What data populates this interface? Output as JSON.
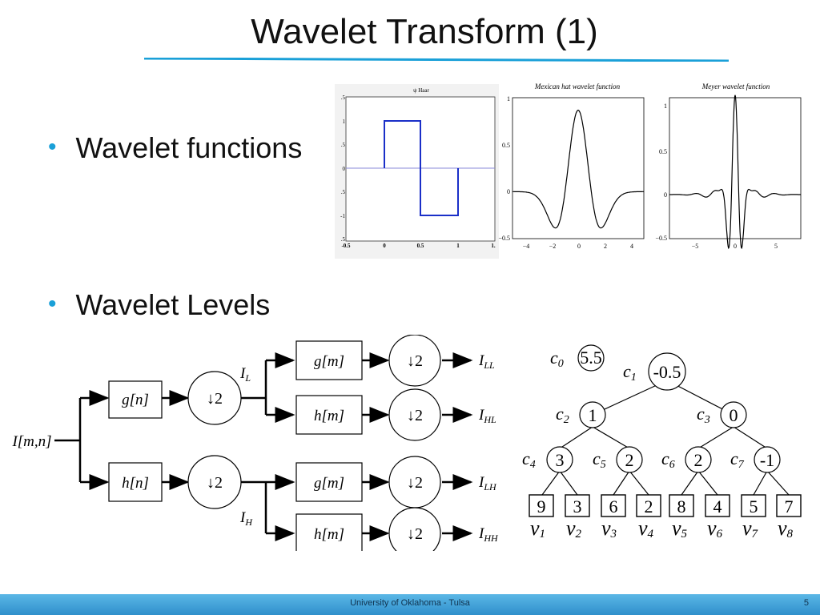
{
  "slide": {
    "title": "Wavelet Transform (1)",
    "bullets": [
      "Wavelet functions",
      "Wavelet Levels"
    ]
  },
  "haar_plot": {
    "title": "ψ Haar",
    "y_ticks": [
      ".5",
      "1",
      ".5",
      "0",
      ".5",
      "-1",
      ".5"
    ],
    "x_ticks": [
      "-0.5",
      "0",
      "0.5",
      "1",
      "1."
    ],
    "line_color": "#1a2fc8"
  },
  "mexican_plot": {
    "title": "Mexican hat wavelet function",
    "y_ticks": [
      "1",
      "0.5",
      "0",
      "−0.5"
    ],
    "x_ticks": [
      "−4",
      "−2",
      "0",
      "2",
      "4"
    ]
  },
  "meyer_plot": {
    "title": "Meyer wavelet function",
    "y_ticks": [
      "1",
      "0.5",
      "0",
      "−0.5"
    ],
    "x_ticks": [
      "−5",
      "0",
      "5"
    ]
  },
  "filter_bank": {
    "input": "I[m,n]",
    "stage1": [
      "g[n]",
      "h[n]"
    ],
    "downsample": "↓2",
    "intermediate": [
      "I",
      "L",
      "I",
      "H"
    ],
    "stage2": [
      "g[m]",
      "h[m]",
      "g[m]",
      "h[m]"
    ],
    "outputs": [
      {
        "base": "I",
        "sub": "LL"
      },
      {
        "base": "I",
        "sub": "HL"
      },
      {
        "base": "I",
        "sub": "LH"
      },
      {
        "base": "I",
        "sub": "HH"
      }
    ]
  },
  "haar_tree": {
    "c0": {
      "label": "c",
      "sub": "0",
      "value": "5.5"
    },
    "nodes": [
      {
        "label": "c",
        "sub": "1",
        "value": "-0.5"
      },
      {
        "label": "c",
        "sub": "2",
        "value": "1"
      },
      {
        "label": "c",
        "sub": "3",
        "value": "0"
      },
      {
        "label": "c",
        "sub": "4",
        "value": "3"
      },
      {
        "label": "c",
        "sub": "5",
        "value": "2"
      },
      {
        "label": "c",
        "sub": "6",
        "value": "2"
      },
      {
        "label": "c",
        "sub": "7",
        "value": "-1"
      }
    ],
    "leaves": [
      "9",
      "3",
      "6",
      "2",
      "8",
      "4",
      "5",
      "7"
    ],
    "leaf_labels": [
      {
        "label": "v",
        "sub": "1"
      },
      {
        "label": "v",
        "sub": "2"
      },
      {
        "label": "v",
        "sub": "3"
      },
      {
        "label": "v",
        "sub": "4"
      },
      {
        "label": "v",
        "sub": "5"
      },
      {
        "label": "v",
        "sub": "6"
      },
      {
        "label": "v",
        "sub": "7"
      },
      {
        "label": "v",
        "sub": "8"
      }
    ]
  },
  "footer": {
    "text": "University of Oklahoma - Tulsa",
    "page": "5"
  },
  "colors": {
    "accent": "#1aa0d8",
    "footer": "#3a9ad4"
  }
}
